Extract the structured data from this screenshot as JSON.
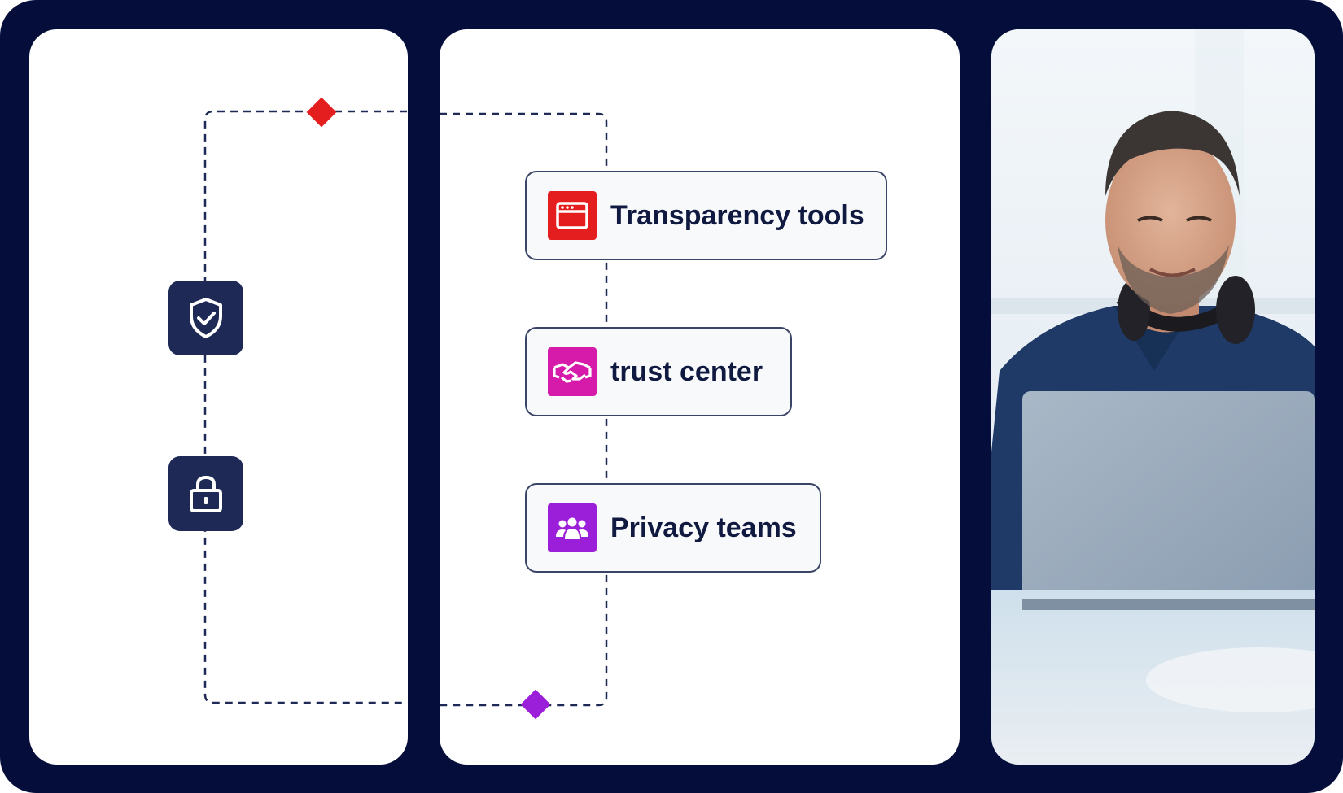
{
  "steps": [
    {
      "label": "Transparency tools",
      "icon": "browser-window-icon",
      "color": "#e41e1e"
    },
    {
      "label": "trust center",
      "icon": "handshake-icon",
      "color": "#d61aa9"
    },
    {
      "label": "Privacy teams",
      "icon": "people-group-icon",
      "color": "#9b1fd8"
    }
  ],
  "side_icons": [
    "shield-check-icon",
    "lock-icon"
  ],
  "colors": {
    "frame": "#050d3a",
    "tile": "#1e2a55",
    "diamond_top": "#e41e1e",
    "diamond_bottom": "#9b1fd8",
    "text": "#101a40"
  }
}
